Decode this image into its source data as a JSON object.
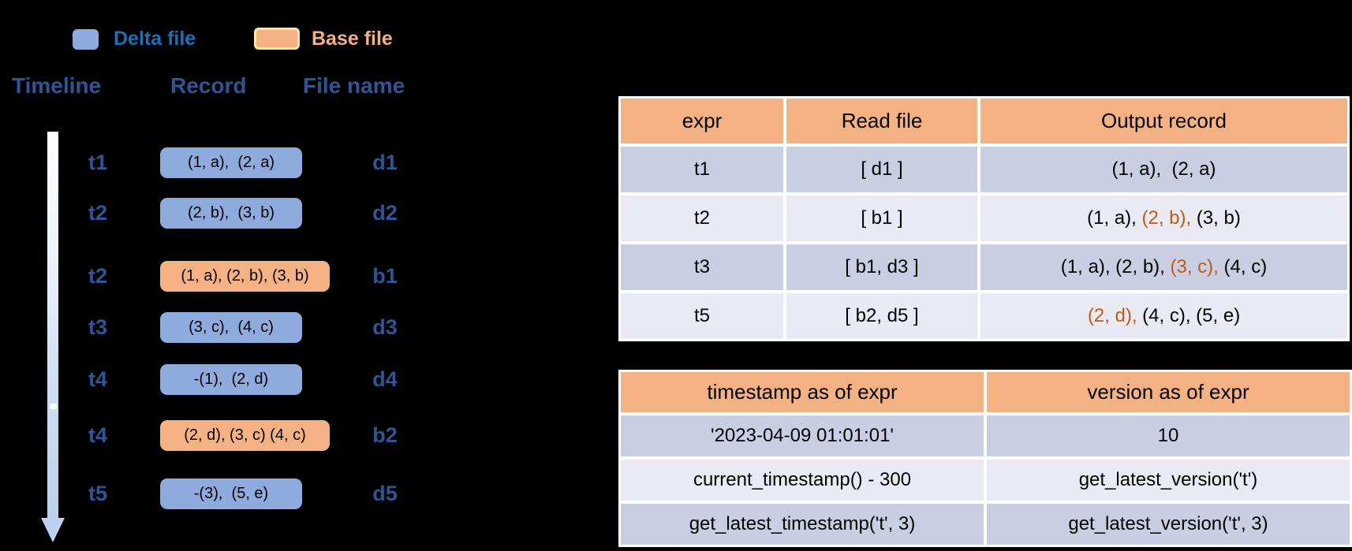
{
  "colors": {
    "background": "#000000",
    "delta_fill": "#8FAADC",
    "base_fill": "#F4B183",
    "base_swatch_border": "#FFE699",
    "navy_text": "#2E5697",
    "blue_text": "#1D6FB8",
    "orange_text": "#F4B183",
    "table_header_fill": "#F4B183",
    "row_dark": "#C9CEE3",
    "row_light": "#E9EAF3",
    "highlight_text": "#C55A11"
  },
  "legend": {
    "delta_label": "Delta file",
    "base_label": "Base file"
  },
  "diagram": {
    "headers": {
      "timeline": "Timeline",
      "record": "Record",
      "file_name": "File name"
    },
    "rows": [
      {
        "time": "t1",
        "file_type": "delta",
        "record": "(1, a),  (2, a)",
        "file_name": "d1"
      },
      {
        "time": "t2",
        "file_type": "delta",
        "record": "(2, b),  (3, b)",
        "file_name": "d2"
      },
      {
        "time": "t2",
        "file_type": "base",
        "record": "(1, a), (2, b), (3, b)",
        "file_name": "b1"
      },
      {
        "time": "t3",
        "file_type": "delta",
        "record": "(3, c),  (4, c)",
        "file_name": "d3"
      },
      {
        "time": "t4",
        "file_type": "delta",
        "record": "-(1),  (2, d)",
        "file_name": "d4"
      },
      {
        "time": "t4",
        "file_type": "base",
        "record": "(2, d), (3, c) (4, c)",
        "file_name": "b2"
      },
      {
        "time": "t5",
        "file_type": "delta",
        "record": "-(3),  (5, e)",
        "file_name": "d5"
      }
    ]
  },
  "query_table": {
    "headers": [
      "expr",
      "Read file",
      "Output record"
    ],
    "rows": [
      {
        "expr": "t1",
        "read_file": "[ d1 ]",
        "output": [
          {
            "text": "(1, a),  (2, a)",
            "highlight": false
          }
        ]
      },
      {
        "expr": "t2",
        "read_file": "[ b1 ]",
        "output": [
          {
            "text": "(1, a), ",
            "highlight": false
          },
          {
            "text": "(2, b),",
            "highlight": true
          },
          {
            "text": " (3, b)",
            "highlight": false
          }
        ]
      },
      {
        "expr": "t3",
        "read_file": "[ b1, d3 ]",
        "output": [
          {
            "text": "(1, a), (2, b), ",
            "highlight": false
          },
          {
            "text": "(3, c),",
            "highlight": true
          },
          {
            "text": " (4, c)",
            "highlight": false
          }
        ]
      },
      {
        "expr": "t5",
        "read_file": "[ b2, d5 ]",
        "output": [
          {
            "text": "(2, d),",
            "highlight": true
          },
          {
            "text": " (4, c), (5, e)",
            "highlight": false
          }
        ]
      }
    ]
  },
  "time_travel_table": {
    "headers": [
      "timestamp as of expr",
      "version as of expr"
    ],
    "rows": [
      [
        "'2023-04-09 01:01:01'",
        "10"
      ],
      [
        "current_timestamp() - 300",
        "get_latest_version('t')"
      ],
      [
        "get_latest_timestamp('t', 3)",
        "get_latest_version('t', 3)"
      ]
    ]
  }
}
